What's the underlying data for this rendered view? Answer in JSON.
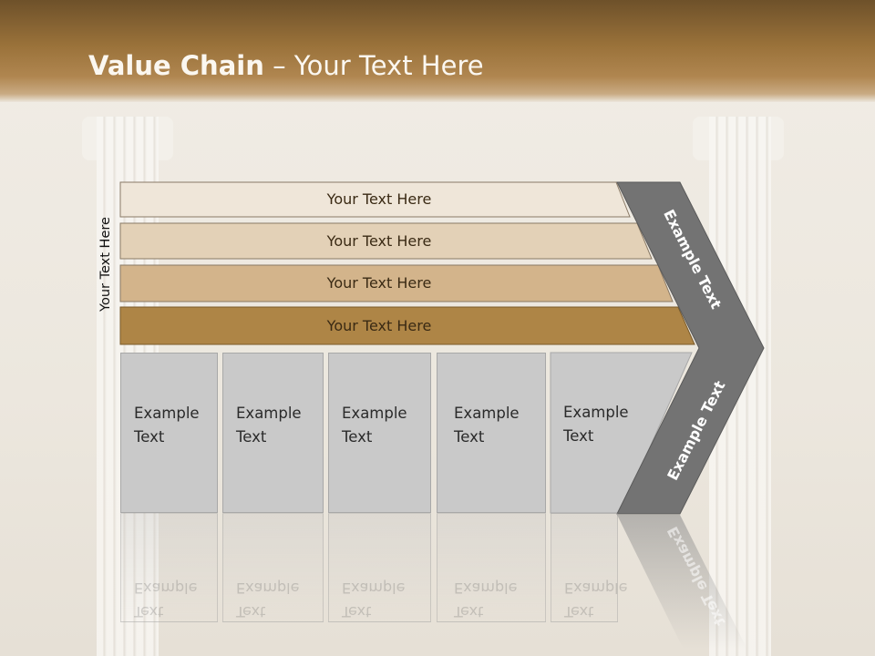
{
  "title": {
    "bold": "Value Chain",
    "rest": " – Your Text Here"
  },
  "side_label": "Your Text Here",
  "rows": [
    {
      "label": "Your Text Here",
      "color": "#efe6d9"
    },
    {
      "label": "Your Text Here",
      "color": "#e3d1b7"
    },
    {
      "label": "Your Text Here",
      "color": "#d3b48b"
    },
    {
      "label": "Your Text Here",
      "color": "#ae8546"
    }
  ],
  "boxes": [
    {
      "line1": "Example",
      "line2": "Text"
    },
    {
      "line1": "Example",
      "line2": "Text"
    },
    {
      "line1": "Example",
      "line2": "Text"
    },
    {
      "line1": "Example",
      "line2": "Text"
    },
    {
      "line1": "Example",
      "line2": "Text"
    }
  ],
  "chevron": {
    "upper_text": "Example Text",
    "lower_text": "Example Text",
    "color": "#737373"
  },
  "colors": {
    "header": "#9a723a",
    "box": "#c9c9c9"
  }
}
